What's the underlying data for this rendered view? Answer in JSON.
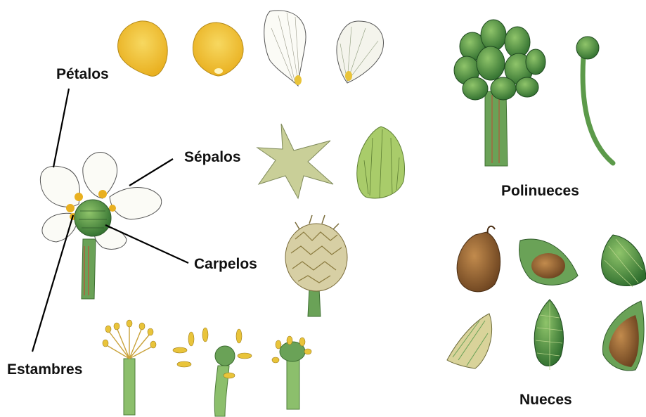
{
  "labels": {
    "petals": "Pétalos",
    "sepals": "Sépalos",
    "carpels": "Carpelos",
    "stamens": "Estambres",
    "polynuts": "Polinueces",
    "nuts": "Nueces"
  },
  "colors": {
    "background": "#ffffff",
    "label_text": "#111111",
    "leader_line": "#000000",
    "petal_yellow": "#f2c634",
    "petal_white": "#fbfbf6",
    "sepal_green": "#c9cf98",
    "fruit_green": "#3f8a3a",
    "nut_brown": "#8a5a2a",
    "stem_green": "#6aa257"
  }
}
